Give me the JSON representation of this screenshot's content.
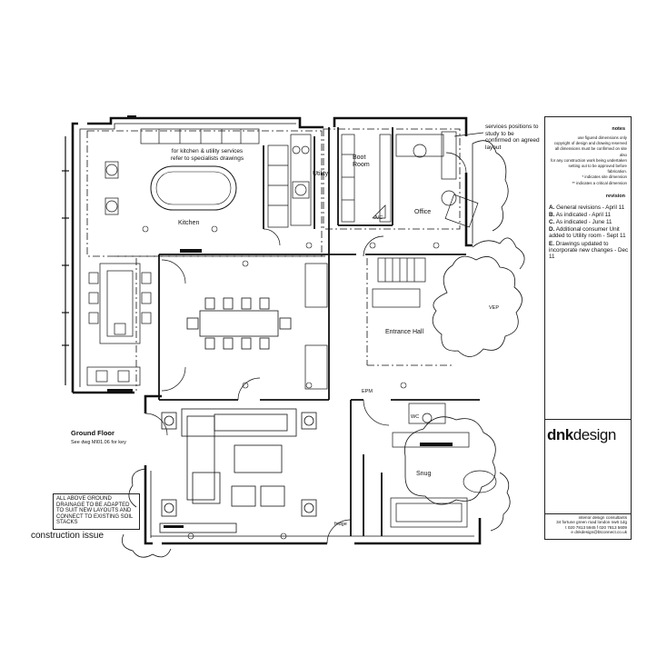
{
  "title_block": {
    "notes_heading": "notes",
    "notes_lines": [
      "use figured dimensions only",
      "copyright of design and drawing reserved",
      "all dimensions must be confirmed on site",
      "also",
      "for any construction work being undertaken",
      "setting out to be approved before",
      "fabrication.",
      "* indicates site dimension",
      "** indicates a critical dimension"
    ],
    "revision_heading": "revision",
    "revisions": [
      {
        "code": "A.",
        "text": "General revisions - April 11"
      },
      {
        "code": "B.",
        "text": "As indicated - April 11"
      },
      {
        "code": "C.",
        "text": "As indicated - June 11"
      },
      {
        "code": "D.",
        "text": "Additional consumer Unit added to Utility room - Sept 11"
      },
      {
        "code": "E.",
        "text": "Drawings updated to incorporate new changes - Dec 11"
      }
    ],
    "logo_bold": "dnk",
    "logo_light": "design",
    "firm_name": "interior design consultants",
    "firm_address": "34 fortune green road london nw6 1dg",
    "firm_phone": "t 020 7813 5945   f 020 7813 5609",
    "firm_email": "e dnkdesign@btconnect.co.uk"
  },
  "drawing": {
    "floor_title": "Ground Floor",
    "key_note": "See dwg MI01.06 for key",
    "status": "construction issue",
    "drainage_note": "ALL ABOVE GROUND DRAINAGE TO BE ADAPTED TO SUIT NEW LAYOUTS AND CONNECT TO EXISTING SOIL STACKS",
    "services_note": "services positions to study to be confirmed on agreed layout",
    "kitchen_note": "for kitchen & utility services refer to specialists drawings"
  },
  "rooms": {
    "kitchen": "Kitchen",
    "utility": "Utility",
    "boot_room": "Boot Room",
    "office": "Office",
    "entrance_hall": "Entrance Hall",
    "snug": "Snug",
    "wc": "WC",
    "epm": "EPM",
    "fridge": "fridge",
    "vep": "VEP",
    "ac": "A/C"
  }
}
